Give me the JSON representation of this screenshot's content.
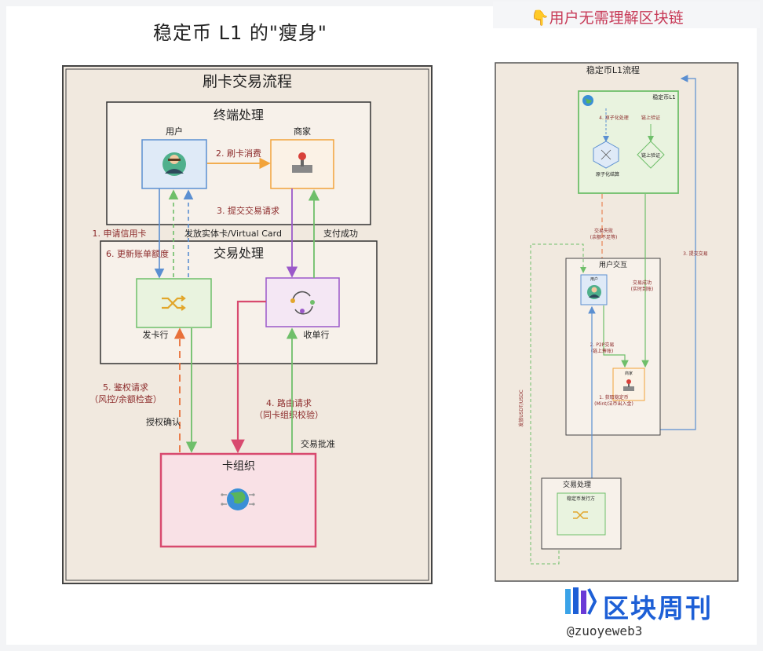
{
  "title": "稳定币 L1 的\"瘦身\"",
  "right_title": "👇用户无需理解区块链",
  "left": {
    "frame_title": "刷卡交易流程",
    "terminal_title": "终端处理",
    "tx_title": "交易处理",
    "user": "用户",
    "merchant": "商家",
    "issuer": "发卡行",
    "acquirer": "收单行",
    "card_org": "卡组织",
    "e_consume": "2. 刷卡消费",
    "e_submit": "3. 提交交易请求",
    "e_apply": "1. 申请信用卡",
    "e_issue": "发放实体卡/Virtual Card",
    "e_pay_ok": "支付成功",
    "e_update": "6. 更新账单额度",
    "e_auth1": "5. 鉴权请求",
    "e_auth2": "（风控/余额检查）",
    "e_auth_ok": "授权确认",
    "e_route1": "4. 路由请求",
    "e_route2": "（同卡组织校验）",
    "e_approve": "交易批准"
  },
  "right": {
    "frame_title": "稳定币L1流程",
    "chain_title": "稳定币L1",
    "atomic": "4. 原子化处理",
    "onchain": "链上验证",
    "atomic_settle": "原子化结算",
    "onchain_verify": "链上验证",
    "tx_fail1": "交易失败",
    "tx_fail2": "(余额不足等)",
    "submit": "3. 提交交易",
    "interact_title": "用户交互",
    "user": "用户",
    "tx_ok1": "交易成功",
    "tx_ok2": "(实时到账)",
    "p2p1": "2. P2P交易",
    "p2p2": "(链上筹账)",
    "merchant": "商家",
    "get1": "1. 获取稳定币",
    "get2": "(Mint/法币出入金)",
    "issue_usd": "发放USDT/USDC",
    "tx_title": "交易处理",
    "issuer": "稳定币发行方"
  },
  "brand": "区块周刊",
  "handle": "@zuoyeweb3"
}
